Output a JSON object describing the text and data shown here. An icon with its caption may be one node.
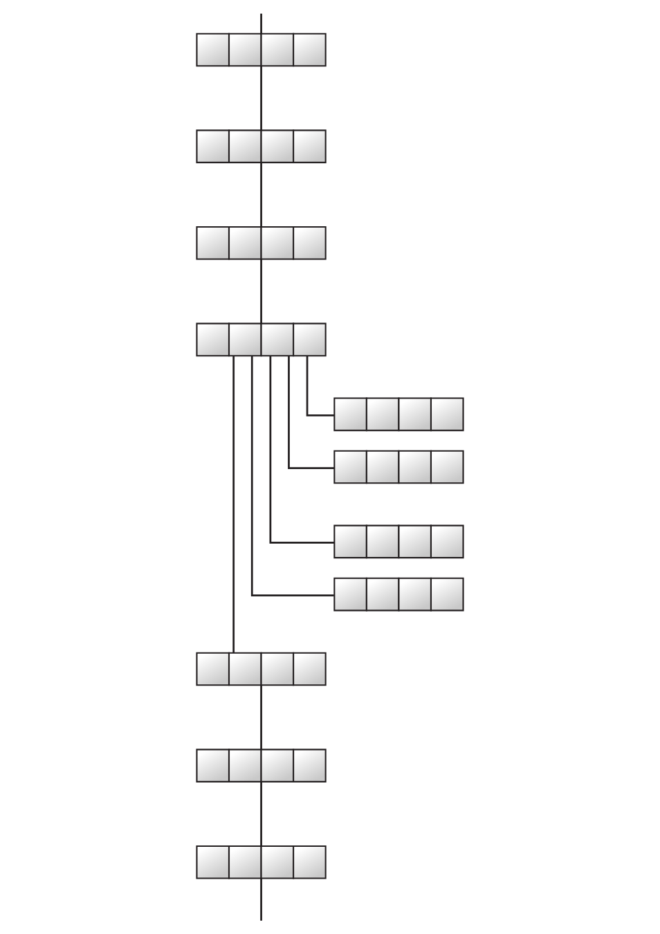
{
  "diagram": {
    "nodes": [
      {
        "text": [],
        "shape": "box"
      },
      {
        "text": [],
        "shape": "box"
      },
      {
        "text": [],
        "shape": "box"
      },
      {
        "text": [],
        "shape": "box"
      },
      {
        "text": [],
        "shape": "box"
      },
      {
        "text": [],
        "shape": "box"
      },
      {
        "text": [],
        "shape": "box"
      },
      {
        "text": [],
        "shape": "box"
      },
      {
        "text": [],
        "shape": "box"
      },
      {
        "text": [],
        "shape": "box"
      },
      {
        "text": [],
        "shape": "box"
      }
    ],
    "edges": [
      {
        "from": null,
        "to": 0,
        "arrow": "none"
      },
      {
        "from": 0,
        "to": 1,
        "arrow": "none"
      },
      {
        "from": 1,
        "to": 2,
        "arrow": "none"
      },
      {
        "from": 2,
        "to": 3,
        "arrow": "none"
      },
      {
        "from": 3,
        "to": 4,
        "arrow": "none"
      },
      {
        "from": 3,
        "to": 5,
        "arrow": "none"
      },
      {
        "from": 3,
        "to": 6,
        "arrow": "none"
      },
      {
        "from": 3,
        "to": 7,
        "arrow": "none"
      },
      {
        "from": 3,
        "to": 8,
        "arrow": "none"
      },
      {
        "from": 8,
        "to": 9,
        "arrow": "none"
      },
      {
        "from": 9,
        "to": 10,
        "arrow": "none"
      },
      {
        "from": 10,
        "to": null,
        "arrow": "none"
      }
    ]
  }
}
